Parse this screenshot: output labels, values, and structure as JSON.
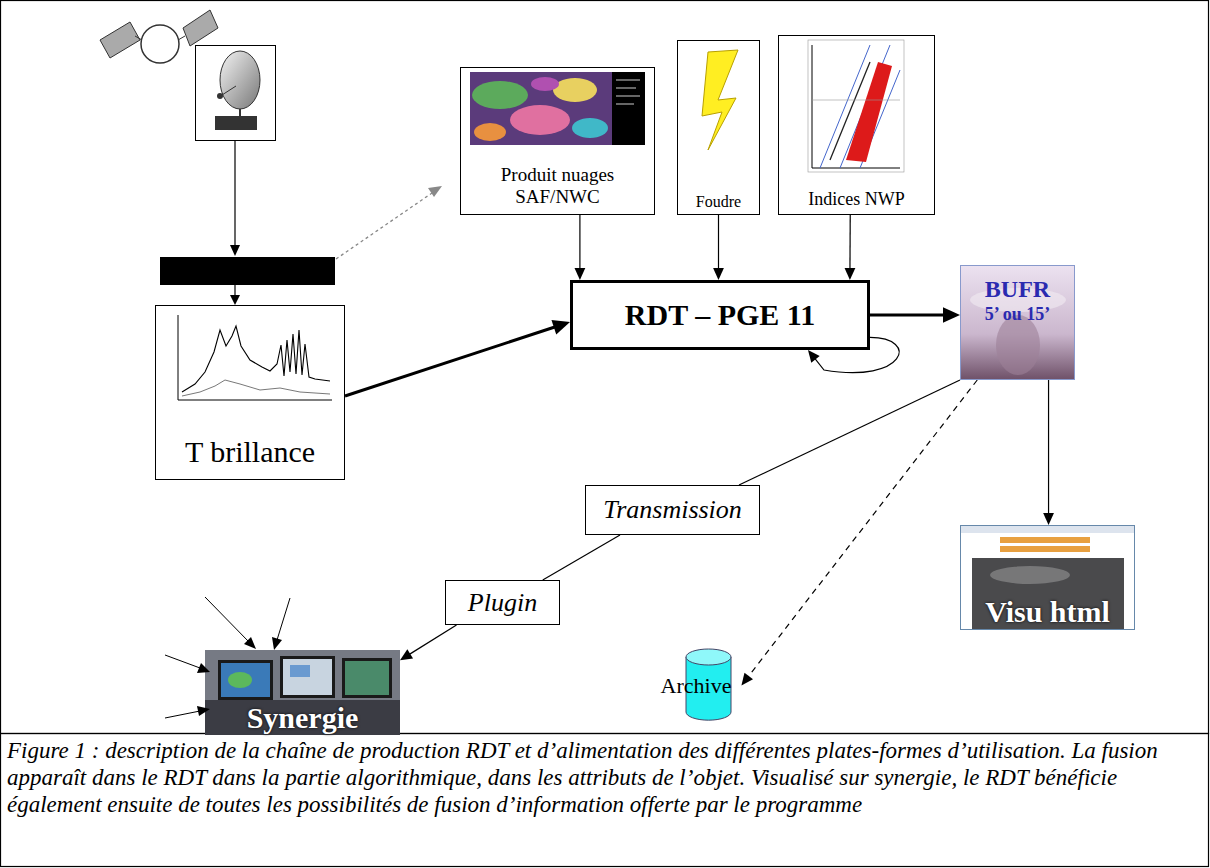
{
  "diagram": {
    "caption": "Figure 1 : description de la chaîne de production RDT et d’alimentation des différentes plates-formes d’utilisation. La fusion apparaît dans le RDT dans la partie algorithmique, dans les attributs de l’objet. Visualisé sur synergie, le RDT bénéficie également ensuite de toutes les possibilités de fusion d’information offerte par le programme",
    "nodes": [
      {
        "text": [
          "Produit nuages SAF/NWC"
        ]
      },
      {
        "text": [
          "Foudre"
        ]
      },
      {
        "text": [
          "Indices NWP"
        ]
      },
      {
        "text": [
          "T brillance"
        ]
      },
      {
        "text": [
          "RDT – PGE 11"
        ]
      },
      {
        "text": [
          "BUFR",
          "5’ ou 15’"
        ]
      },
      {
        "text": [
          "Transmission"
        ]
      },
      {
        "text": [
          "Plugin"
        ]
      },
      {
        "text": [
          "Synergie"
        ]
      },
      {
        "text": [
          "Archive"
        ]
      },
      {
        "text": [
          "Visu html"
        ]
      }
    ],
    "edges": [
      {
        "from": 3,
        "to": 4,
        "arrow": "to"
      },
      {
        "from": 0,
        "to": 4,
        "arrow": "to"
      },
      {
        "from": 1,
        "to": 4,
        "arrow": "to"
      },
      {
        "from": 2,
        "to": 4,
        "arrow": "to"
      },
      {
        "from": 4,
        "to": 5,
        "arrow": "to"
      },
      {
        "from": 4,
        "to": 4,
        "arrow": "to"
      },
      {
        "from": 5,
        "to": 6,
        "arrow": "none"
      },
      {
        "from": 6,
        "to": 7,
        "arrow": "none"
      },
      {
        "from": 7,
        "to": 8,
        "arrow": "to"
      },
      {
        "from": 5,
        "to": 9,
        "arrow": "to"
      },
      {
        "from": 5,
        "to": 10,
        "arrow": "to"
      }
    ]
  }
}
